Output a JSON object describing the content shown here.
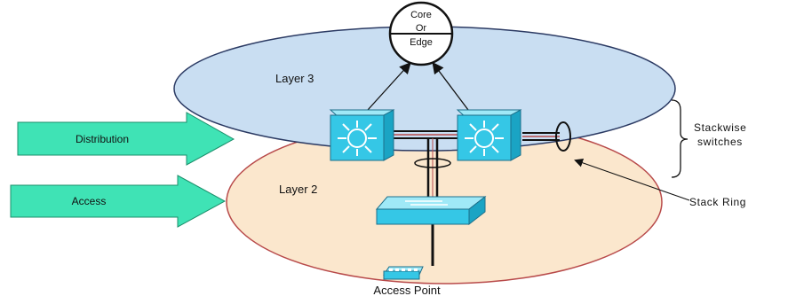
{
  "core": {
    "line1": "Core",
    "line2": "Or",
    "line3": "Edge"
  },
  "layers": {
    "layer3": "Layer 3",
    "layer2": "Layer 2"
  },
  "arrows": {
    "distribution": "Distribution",
    "access": "Access"
  },
  "annotations": {
    "stackwise_line1": "Stackwise",
    "stackwise_line2": "switches",
    "stack_ring": "Stack Ring",
    "access_point": "Access Point"
  },
  "colors": {
    "layer3_fill": "#c9def2",
    "layer2_fill": "#fbe7cd",
    "arrow_fill": "#3fe3b5",
    "switch_fill": "#35c7e6"
  },
  "icons": {
    "distribution_switch": "multilayer-switch-icon",
    "access_switch": "workgroup-switch-icon",
    "access_point": "access-point-icon"
  }
}
